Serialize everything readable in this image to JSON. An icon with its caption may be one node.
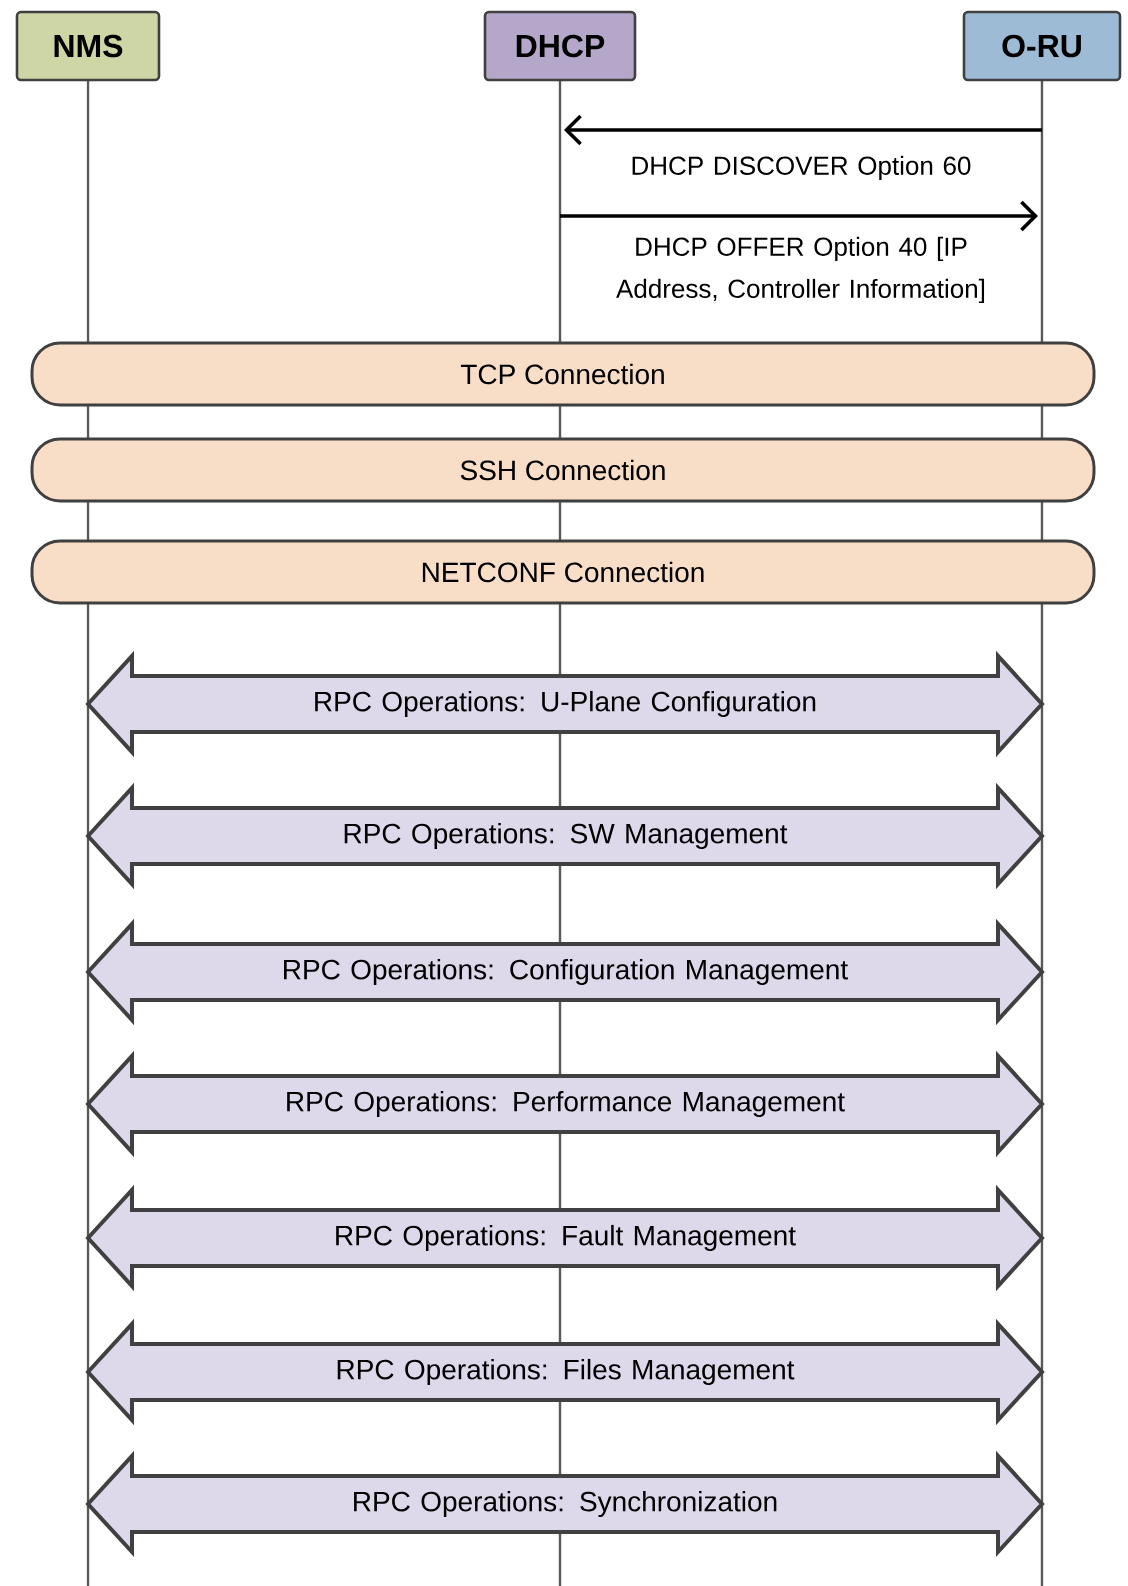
{
  "diagram": {
    "nodes": [
      {
        "text": [
          "NMS"
        ]
      },
      {
        "text": [
          "DHCP"
        ]
      },
      {
        "text": [
          "O-RU"
        ]
      },
      {
        "text": [
          "TCP Connection"
        ]
      },
      {
        "text": [
          "SSH Connection"
        ]
      },
      {
        "text": [
          "NETCONF Connection"
        ]
      }
    ],
    "edges": [
      {
        "from": 2,
        "to": 1,
        "arrow": "to",
        "label": "DHCP DISCOVER Option 60"
      },
      {
        "from": 1,
        "to": 2,
        "arrow": "to",
        "label": "DHCP OFFER Option 40 [IP Address, Controller Information]"
      },
      {
        "from": 0,
        "to": 2,
        "arrow": "both",
        "label": "RPC Operations: U-Plane Configuration"
      },
      {
        "from": 0,
        "to": 2,
        "arrow": "both",
        "label": "RPC Operations: SW Management"
      },
      {
        "from": 0,
        "to": 2,
        "arrow": "both",
        "label": "RPC Operations: Configuration Management"
      },
      {
        "from": 0,
        "to": 2,
        "arrow": "both",
        "label": "RPC Operations: Performance Management"
      },
      {
        "from": 0,
        "to": 2,
        "arrow": "both",
        "label": "RPC Operations: Fault Management"
      },
      {
        "from": 0,
        "to": 2,
        "arrow": "both",
        "label": "RPC Operations: Files Management"
      },
      {
        "from": 0,
        "to": 2,
        "arrow": "both",
        "label": "RPC Operations: Synchronization"
      }
    ]
  }
}
